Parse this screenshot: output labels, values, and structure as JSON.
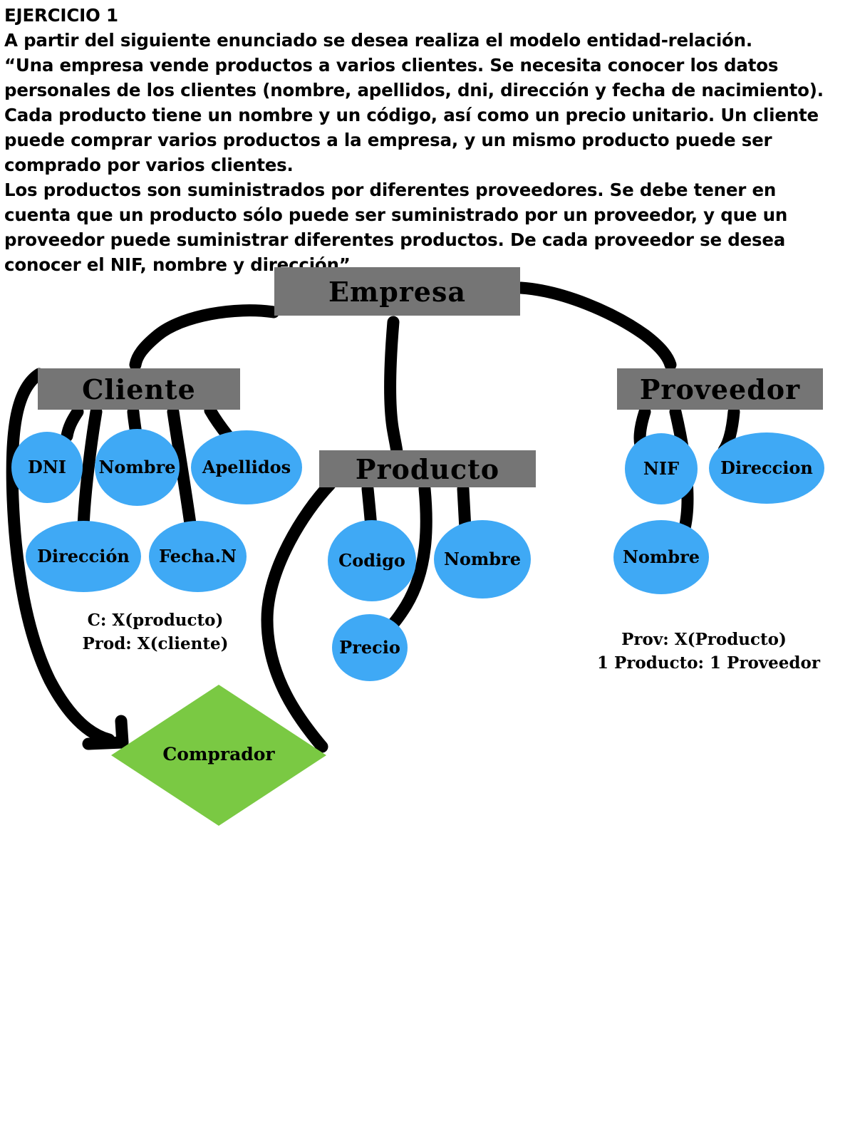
{
  "document": {
    "exercise_title": "EJERCICIO 1",
    "intro": "A partir del siguiente enunciado se desea realiza el modelo entidad-relación.",
    "paragraph_1": "“Una empresa vende productos a varios clientes. Se necesita conocer los datos personales de los clientes (nombre, apellidos, dni, dirección y fecha de nacimiento). Cada producto tiene un nombre y un código, así como un precio unitario. Un cliente puede comprar varios productos a la empresa, y un mismo producto puede ser comprado por varios clientes.",
    "paragraph_2": "Los productos son suministrados por diferentes proveedores. Se debe tener en cuenta que un producto sólo puede ser suministrado por un proveedor, y que un proveedor puede suministrar diferentes productos. De cada proveedor se desea conocer el NIF, nombre y dirección”."
  },
  "colors": {
    "entity_fill": "#757575",
    "attribute_fill": "#3fa9f5",
    "relationship_fill": "#7ac943",
    "connector_stroke": "#000000",
    "page_background": "#ffffff"
  },
  "diagram": {
    "entities": [
      {
        "id": "empresa",
        "label": "Empresa"
      },
      {
        "id": "cliente",
        "label": "Cliente"
      },
      {
        "id": "producto",
        "label": "Producto"
      },
      {
        "id": "proveedor",
        "label": "Proveedor"
      }
    ],
    "attributes": [
      {
        "id": "cliente-dni",
        "label": "DNI",
        "entity": "cliente"
      },
      {
        "id": "cliente-nombre",
        "label": "Nombre",
        "entity": "cliente"
      },
      {
        "id": "cliente-apellidos",
        "label": "Apellidos",
        "entity": "cliente"
      },
      {
        "id": "cliente-direccion",
        "label": "Dirección",
        "entity": "cliente"
      },
      {
        "id": "cliente-fechan",
        "label": "Fecha.N",
        "entity": "cliente"
      },
      {
        "id": "producto-codigo",
        "label": "Codigo",
        "entity": "producto"
      },
      {
        "id": "producto-nombre",
        "label": "Nombre",
        "entity": "producto"
      },
      {
        "id": "producto-precio",
        "label": "Precio",
        "entity": "producto"
      },
      {
        "id": "proveedor-nif",
        "label": "NIF",
        "entity": "proveedor"
      },
      {
        "id": "proveedor-direccion",
        "label": "Direccion",
        "entity": "proveedor"
      },
      {
        "id": "proveedor-nombre",
        "label": "Nombre",
        "entity": "proveedor"
      }
    ],
    "relationships": [
      {
        "id": "comprador",
        "label": "Comprador",
        "shape": "diamond"
      }
    ],
    "annotations": [
      {
        "id": "cardinality-cliente-producto",
        "line_1": "C: X(producto)",
        "line_2": "Prod: X(cliente)"
      },
      {
        "id": "cardinality-proveedor",
        "line_1": "Prov: X(Producto)",
        "line_2": "1 Producto: 1 Proveedor"
      }
    ]
  }
}
